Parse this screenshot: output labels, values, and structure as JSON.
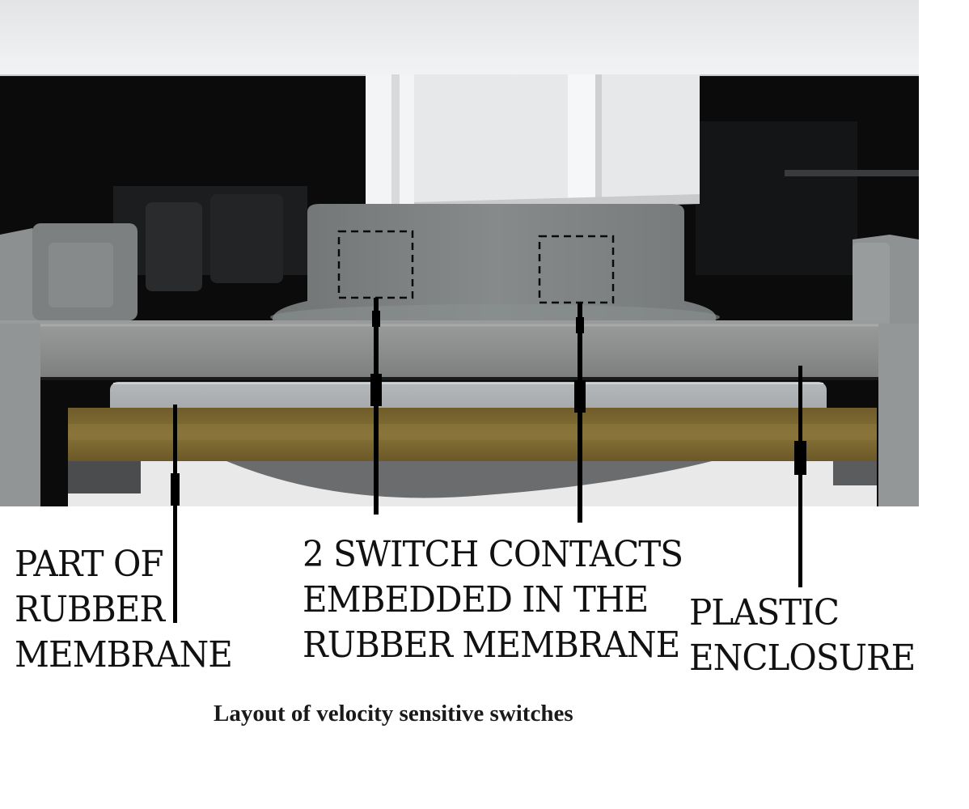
{
  "labels": {
    "rubber_membrane": [
      "PART OF",
      "RUBBER",
      "MEMBRANE"
    ],
    "switch_contacts": [
      "2 SWITCH CONTACTS",
      "EMBEDDED IN THE",
      "RUBBER MEMBRANE"
    ],
    "plastic_enclosure": [
      "PLASTIC",
      "ENCLOSURE"
    ]
  },
  "caption": "Layout of velocity sensitive switches",
  "colors": {
    "top_cover": "#ebeced",
    "background_dark": "#0b0b0b",
    "plastic_grey": "#8a8c8c",
    "key_grey": "#7f8383",
    "rubber_light": "#a8acae",
    "pcb_olive": "#7a6630",
    "leader": "#000000"
  }
}
